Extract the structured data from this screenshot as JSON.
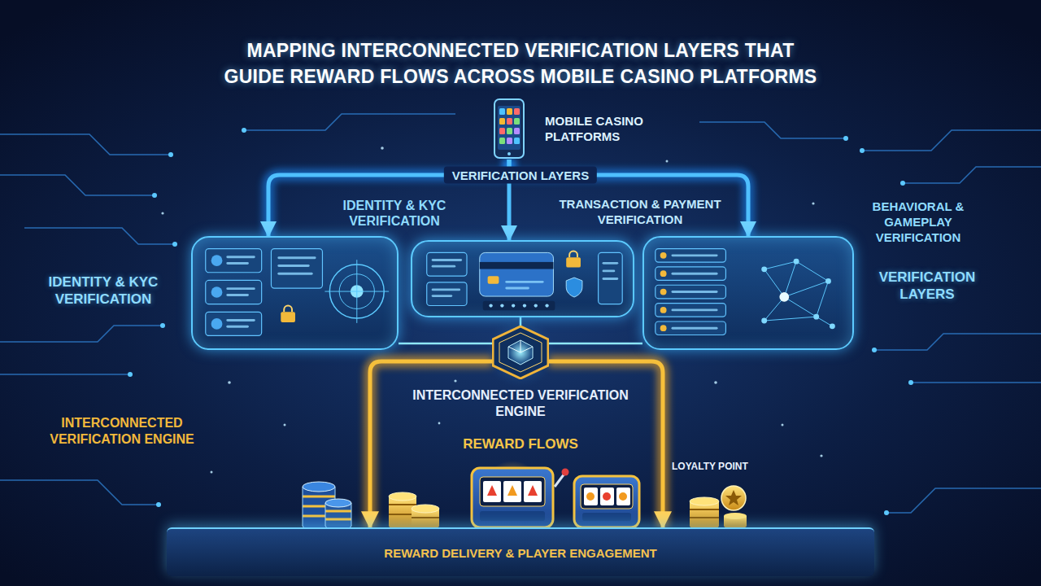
{
  "diagram": {
    "title": "MAPPING INTERCONNECTED VERIFICATION LAYERS THAT GUIDE REWARD FLOWS ACROSS MOBILE CASINO PLATFORMS",
    "nodes": [
      {
        "text": [
          "MOBILE CASINO PLATFORMS"
        ]
      },
      {
        "text": [
          "IDENTITY & KYC VERIFICATION"
        ]
      },
      {
        "text": [
          "TRANSACTION & PAYMENT VERIFICATION"
        ]
      },
      {
        "text": [
          "BEHAVIORAL & GAMEPLAY VERIFICATION"
        ]
      },
      {
        "text": [
          "INTERCONNECTED VERIFICATION ENGINE"
        ]
      },
      {
        "text": [
          "REWARD DELIVERY & PLAYER ENGAGEMENT"
        ]
      }
    ],
    "edges": [
      {
        "from": 0,
        "to": 1,
        "arrow": "to"
      },
      {
        "from": 0,
        "to": 2,
        "arrow": "to"
      },
      {
        "from": 0,
        "to": 3,
        "arrow": "to"
      },
      {
        "from": 1,
        "to": 4,
        "arrow": "none"
      },
      {
        "from": 3,
        "to": 4,
        "arrow": "none"
      },
      {
        "from": 2,
        "to": 4,
        "arrow": "none"
      },
      {
        "from": 4,
        "to": 5,
        "arrow": "to"
      },
      {
        "from": 4,
        "to": 5,
        "arrow": "to"
      }
    ],
    "labels": [
      "VERIFICATION LAYERS",
      "IDENTITY & KYC VERIFICATION",
      "VERIFICATION LAYERS",
      "INTERCONNECTED VERIFICATION ENGINE",
      "REWARD FLOWS",
      "LOYALTY POINT"
    ]
  }
}
